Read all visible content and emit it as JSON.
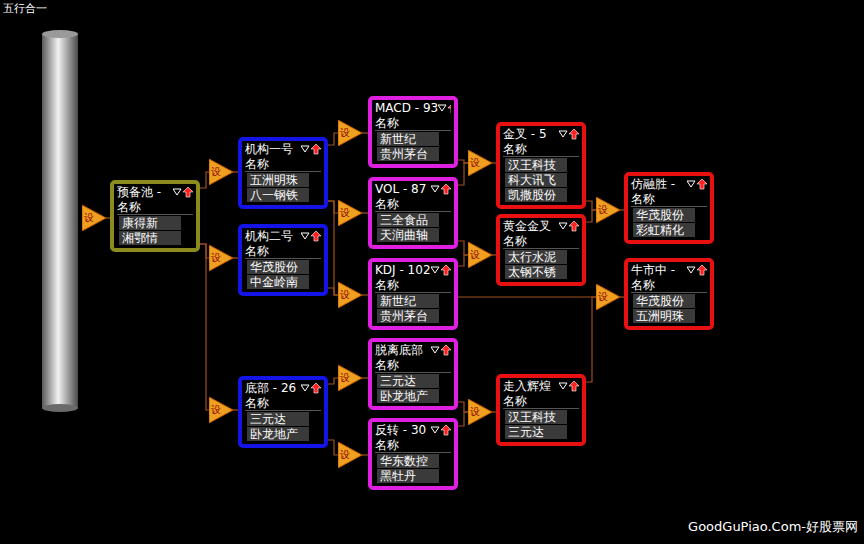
{
  "diagram": {
    "title": "五行合一",
    "nodes": [
      {
        "text": [
          "设"
        ]
      },
      {
        "text": [
          "预备池 -",
          "名称",
          "康得新",
          "湘鄂情"
        ]
      },
      {
        "text": [
          "设"
        ]
      },
      {
        "text": [
          "机构一号",
          "名称",
          "五洲明珠",
          "八一钢铁"
        ]
      },
      {
        "text": [
          "设"
        ]
      },
      {
        "text": [
          "机构二号",
          "名称",
          "华茂股份",
          "中金岭南"
        ]
      },
      {
        "text": [
          "设"
        ]
      },
      {
        "text": [
          "底部 - 26",
          "名称",
          "三元达",
          "卧龙地产"
        ]
      },
      {
        "text": [
          "设"
        ]
      },
      {
        "text": [
          "MACD - 93",
          "名称",
          "新世纪",
          "贵州茅台"
        ]
      },
      {
        "text": [
          "设"
        ]
      },
      {
        "text": [
          "VOL - 87",
          "名称",
          "三全食品",
          "天润曲轴"
        ]
      },
      {
        "text": [
          "设"
        ]
      },
      {
        "text": [
          "KDJ - 102",
          "名称",
          "新世纪",
          "贵州茅台"
        ]
      },
      {
        "text": [
          "设"
        ]
      },
      {
        "text": [
          "脱离底部",
          "名称",
          "三元达",
          "卧龙地产"
        ]
      },
      {
        "text": [
          "设"
        ]
      },
      {
        "text": [
          "反转 - 30",
          "名称",
          "华东数控",
          "黑牡丹"
        ]
      },
      {
        "text": [
          "设"
        ]
      },
      {
        "text": [
          "金叉 - 5",
          "名称",
          "汉王科技",
          "科大讯飞",
          "凯撒股份"
        ]
      },
      {
        "text": [
          "设"
        ]
      },
      {
        "text": [
          "黄金金叉",
          "名称",
          "太行水泥",
          "太钢不锈"
        ]
      },
      {
        "text": [
          "设"
        ]
      },
      {
        "text": [
          "走入辉煌",
          "名称",
          "汉王科技",
          "三元达"
        ]
      },
      {
        "text": [
          "设"
        ]
      },
      {
        "text": [
          "仿融胜 -",
          "名称",
          "华茂股份",
          "彩虹精化"
        ]
      },
      {
        "text": [
          "设"
        ]
      },
      {
        "text": [
          "牛市中 -",
          "名称",
          "华茂股份",
          "五洲明珠"
        ]
      }
    ],
    "edges": [
      {
        "from": 0,
        "to": 1,
        "arrow": "none"
      },
      {
        "from": 1,
        "to": 2,
        "arrow": "none"
      },
      {
        "from": 1,
        "to": 4,
        "arrow": "none"
      },
      {
        "from": 1,
        "to": 6,
        "arrow": "none"
      },
      {
        "from": 2,
        "to": 3,
        "arrow": "none"
      },
      {
        "from": 4,
        "to": 5,
        "arrow": "none"
      },
      {
        "from": 6,
        "to": 7,
        "arrow": "none"
      },
      {
        "from": 3,
        "to": 8,
        "arrow": "none"
      },
      {
        "from": 3,
        "to": 10,
        "arrow": "none"
      },
      {
        "from": 3,
        "to": 12,
        "arrow": "none"
      },
      {
        "from": 5,
        "to": 12,
        "arrow": "none"
      },
      {
        "from": 8,
        "to": 9,
        "arrow": "none"
      },
      {
        "from": 10,
        "to": 11,
        "arrow": "none"
      },
      {
        "from": 12,
        "to": 13,
        "arrow": "none"
      },
      {
        "from": 7,
        "to": 14,
        "arrow": "none"
      },
      {
        "from": 7,
        "to": 16,
        "arrow": "none"
      },
      {
        "from": 14,
        "to": 15,
        "arrow": "none"
      },
      {
        "from": 16,
        "to": 17,
        "arrow": "none"
      },
      {
        "from": 9,
        "to": 18,
        "arrow": "none"
      },
      {
        "from": 11,
        "to": 18,
        "arrow": "none"
      },
      {
        "from": 11,
        "to": 20,
        "arrow": "none"
      },
      {
        "from": 13,
        "to": 20,
        "arrow": "none"
      },
      {
        "from": 18,
        "to": 19,
        "arrow": "none"
      },
      {
        "from": 20,
        "to": 21,
        "arrow": "none"
      },
      {
        "from": 15,
        "to": 22,
        "arrow": "none"
      },
      {
        "from": 17,
        "to": 22,
        "arrow": "none"
      },
      {
        "from": 22,
        "to": 23,
        "arrow": "none"
      },
      {
        "from": 19,
        "to": 24,
        "arrow": "none"
      },
      {
        "from": 21,
        "to": 24,
        "arrow": "none"
      },
      {
        "from": 24,
        "to": 25,
        "arrow": "none"
      },
      {
        "from": 13,
        "to": 26,
        "arrow": "none"
      },
      {
        "from": 23,
        "to": 26,
        "arrow": "none"
      },
      {
        "from": 26,
        "to": 27,
        "arrow": "none"
      }
    ],
    "labels": [
      "GoodGuPiao.Com-好股票网"
    ]
  }
}
